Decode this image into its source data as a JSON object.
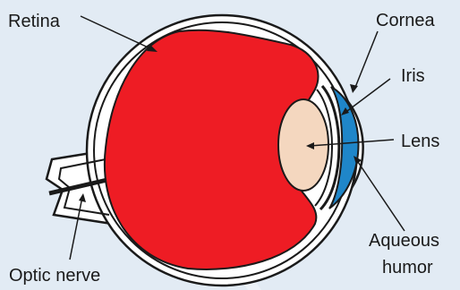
{
  "labels": {
    "retina": "Retina",
    "cornea": "Cornea",
    "iris": "Iris",
    "lens": "Lens",
    "aqueous_line1": "Aqueous",
    "aqueous_line2": "humor",
    "optic_nerve": "Optic nerve"
  },
  "colors": {
    "background": "#e2ebf4",
    "retina": "#ee1c24",
    "lens": "#f4d7bf",
    "aqueous_humor": "#1f86c9",
    "outline": "#1a1a1a",
    "sclera": "#ffffff"
  }
}
